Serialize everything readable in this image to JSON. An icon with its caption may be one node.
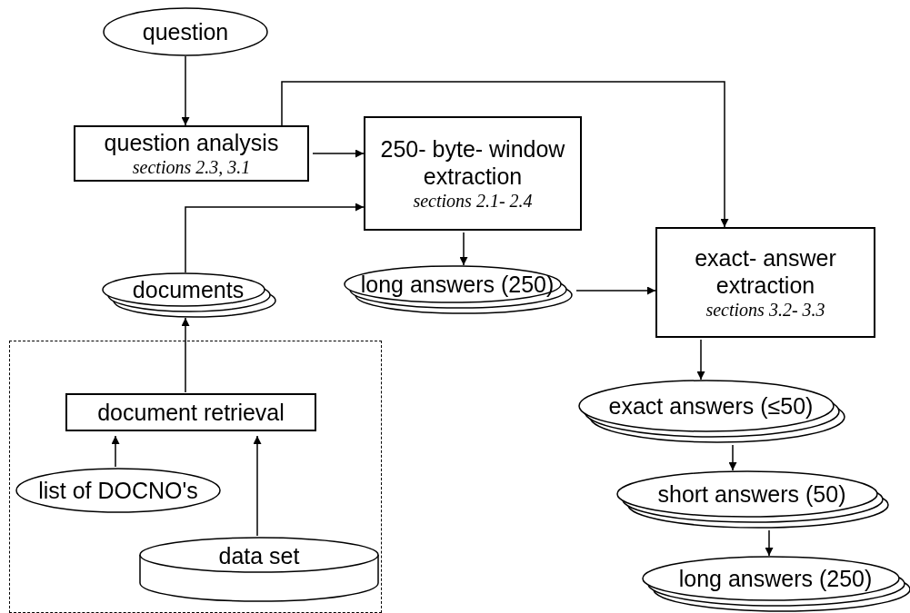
{
  "diagram": {
    "nodes": [
      {
        "text": [
          "question"
        ]
      },
      {
        "text": [
          "question analysis",
          "sections 2.3, 3.1"
        ]
      },
      {
        "text": [
          "250- byte- window extraction",
          "sections 2.1- 2.4"
        ]
      },
      {
        "text": [
          "documents"
        ]
      },
      {
        "text": [
          "long answers (250)"
        ]
      },
      {
        "text": [
          "exact- answer extraction",
          "sections 3.2- 3.3"
        ]
      },
      {
        "text": [],
        "shape": "box"
      },
      {
        "text": [
          "document retrieval"
        ],
        "in": 6
      },
      {
        "text": [
          "list of DOCNO's"
        ],
        "in": 6
      },
      {
        "text": [
          "data set"
        ],
        "in": 6
      },
      {
        "text": [
          "exact answers (≤50)"
        ]
      },
      {
        "text": [
          "short answers (50)"
        ]
      },
      {
        "text": [
          "long answers (250)"
        ]
      }
    ],
    "edges": [
      {
        "from": 0,
        "to": 1,
        "arrow": "to"
      },
      {
        "from": 1,
        "to": 2,
        "arrow": "to"
      },
      {
        "from": 1,
        "to": 5,
        "arrow": "to"
      },
      {
        "from": 3,
        "to": 2,
        "arrow": "to"
      },
      {
        "from": 4,
        "to": 5,
        "arrow": "to"
      },
      {
        "from": 2,
        "to": 4,
        "arrow": "to"
      },
      {
        "from": 7,
        "to": 3,
        "arrow": "to"
      },
      {
        "from": 8,
        "to": 7,
        "arrow": "to"
      },
      {
        "from": 9,
        "to": 7,
        "arrow": "to"
      },
      {
        "from": 5,
        "to": 10,
        "arrow": "to"
      },
      {
        "from": 10,
        "to": 11,
        "arrow": "to"
      },
      {
        "from": 11,
        "to": 12,
        "arrow": "to"
      }
    ]
  }
}
